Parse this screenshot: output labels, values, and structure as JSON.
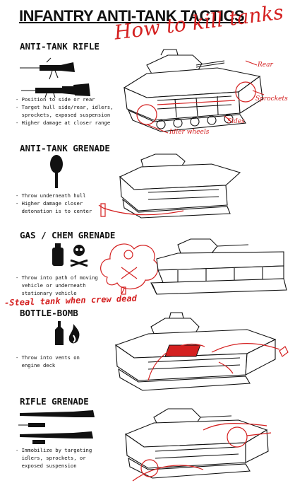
{
  "title": "INFANTRY ANTI-TANK TACTICS",
  "subtitle": "How to kill tanks",
  "sections": [
    {
      "title": "ANTI-TANK RIFLE",
      "lines": [
        "- Position to side or rear",
        "- Target hull side/rear, idlers,",
        "  sprockets, exposed suspension",
        "- Higher damage at closer range"
      ],
      "callouts": [
        "Rear",
        "Sprockets",
        "Sides",
        "Idler wheels"
      ]
    },
    {
      "title": "ANTI-TANK GRENADE",
      "lines": [
        "- Throw underneath hull",
        "- Higher damage closer",
        "  detonation is to center"
      ]
    },
    {
      "title": "GAS / CHEM GRENADE",
      "lines": [
        "- Throw into path of moving",
        "  vehicle or underneath",
        "  stationary vehicle"
      ],
      "note": "-Steal tank when crew dead"
    },
    {
      "title": "BOTTLE-BOMB",
      "lines": [
        "- Throw into vents on",
        "  engine deck"
      ]
    },
    {
      "title": "RIFLE GRENADE",
      "lines": [
        "- Immobilize by targeting",
        "  idlers, sprockets, or",
        "  exposed suspension"
      ]
    }
  ],
  "colors": {
    "ink": "#111111",
    "accent": "#d42020"
  }
}
